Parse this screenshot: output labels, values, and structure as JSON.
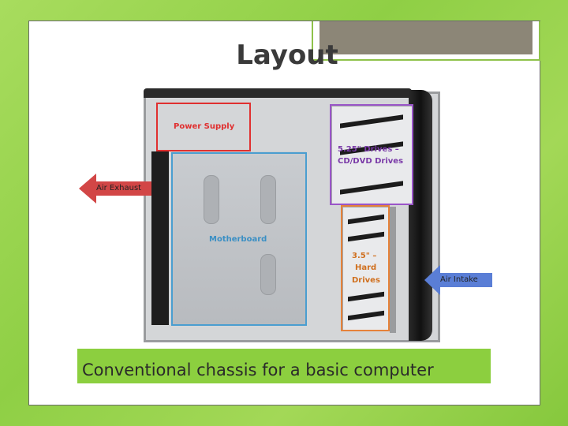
{
  "slide": {
    "title": "Layout",
    "caption": "Conventional chassis for a basic computer"
  },
  "diagram": {
    "labels": {
      "power_supply": "Power Supply",
      "motherboard": "Motherboard",
      "drives_525_line1": "5.25\" Drives –",
      "drives_525_line2": "CD/DVD Drives",
      "drives_35_line1": "3.5\" –",
      "drives_35_line2": "Hard",
      "drives_35_line3": "Drives",
      "air_exhaust": "Air Exhaust",
      "air_intake": "Air Intake"
    },
    "colors": {
      "power_supply": "#e03030",
      "motherboard": "#4a9ed0",
      "drives_525": "#9a55c8",
      "drives_35": "#e6823a",
      "air_exhaust": "#d24646",
      "air_intake": "#5a7ed6",
      "caption_background": "#8ccf3f"
    }
  }
}
